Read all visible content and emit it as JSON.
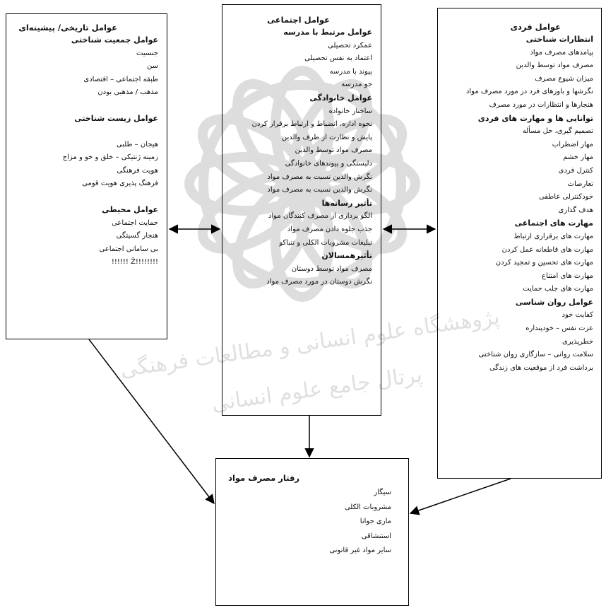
{
  "historical": {
    "title": "عوامل تاریخی/ پیشینه‌ای",
    "sections": [
      {
        "heading": "عوامل جمعیت شناختی",
        "items": [
          "جنسیت",
          "سن",
          "طبقه اجتماعی – اقتصادی",
          "مذهب / مذهبی بودن"
        ]
      },
      {
        "heading": "عوامل زیست شناختی",
        "items": [
          "هیجان – طلبی",
          "زمینه ژنتیکی – خلق و خو و مزاج",
          "هویت فرهنگی",
          "فرهنگ پذیری هویت قومی"
        ]
      },
      {
        "heading": "عوامل محیطی",
        "items": [
          "حمایت اجتماعی",
          "هنجار گسیتگی",
          "بی سامانی اجتماعی",
          "!!!!!!!!Ž !!!!!!"
        ]
      }
    ]
  },
  "social": {
    "title": "عوامل اجتماعی",
    "sections": [
      {
        "heading": "عوامل مرتبط با مدرسه",
        "items": [
          "عمکرد تحصیلی",
          "اعتماد به نفس تحصیلی",
          "پیوند با مدرسه",
          "جو مدرسه"
        ]
      },
      {
        "heading": "عوامل خانوادگی",
        "items": [
          "ساختار خانواده",
          "نحوه اداره، انضباط و ارتباط برقرار کردن",
          "پایش و نظارت از طرف والدین",
          "مصرف مواد توسط والدین",
          "دلبستگی و پیوندهای خانوادگی",
          "نگرش والدین نسبت به مصرف مواد",
          "نگرش والدین نسبت به مصرف مواد"
        ]
      },
      {
        "heading": "تأثیر رسانه‌ها",
        "items": [
          "الگو برداری از مصرف کنندگان مواد",
          "جذب جلوه دادن مصرف مواد",
          "تبلیغات مشروبات الکلی و تنباکو"
        ]
      },
      {
        "heading": "تأثیرهمسالان",
        "items": [
          "مصرف مواد توسط دوستان",
          "نگرش دوستان در مورد مصرف مواد"
        ]
      }
    ]
  },
  "individual": {
    "title": "عوامل فردی",
    "sections": [
      {
        "heading": "انتظارات شناختی",
        "items": [
          "پیامدهای مصرف مواد",
          "مصرف مواد توسط والدین",
          "میزان شیوع مصرف",
          "نگرشها و باورهای فرد در مورد مصرف مواد",
          "هنجارها و انتظارات در مورد مصرف"
        ]
      },
      {
        "heading": "توانایی ها و مهارت های فردی",
        "items": [
          "تصمیم گیری، حل مسأله",
          "مهار اضطراب",
          "مهار خشم",
          "کنترل فردی",
          "تعارضات",
          "خودکنترلی عاطفی",
          "هدف گذاری"
        ]
      },
      {
        "heading": "مهارت های اجتماعی",
        "items": [
          "مهارت های برقراری ارتباط",
          "مهارت های قاطعانه عمل کردن",
          "مهارت های تحسین و تمجید کردن",
          "مهارت های امتناع",
          "مهارت های جلب حمایت"
        ]
      },
      {
        "heading": "عوامل روان شناسی",
        "items": [
          "کفایت خود",
          "عزت نفس – خودپنداره",
          "خطرپذیری",
          "سلامت روانی – سازگاری روان شناختی",
          "برداشت فرد از موقعیت های زندگی"
        ]
      }
    ]
  },
  "outcome": {
    "title": "رفتار مصرف مواد",
    "items": [
      "سیگار",
      "مشروبات الکلی",
      "ماری جوانا",
      "استنشاقی",
      "سایر مواد غیر قانونی"
    ]
  },
  "watermark": {
    "line1": "پژوهشگاه علوم انسانی و مطالعات فرهنگی",
    "line2": "پرتال جامع علوم انسانی"
  }
}
